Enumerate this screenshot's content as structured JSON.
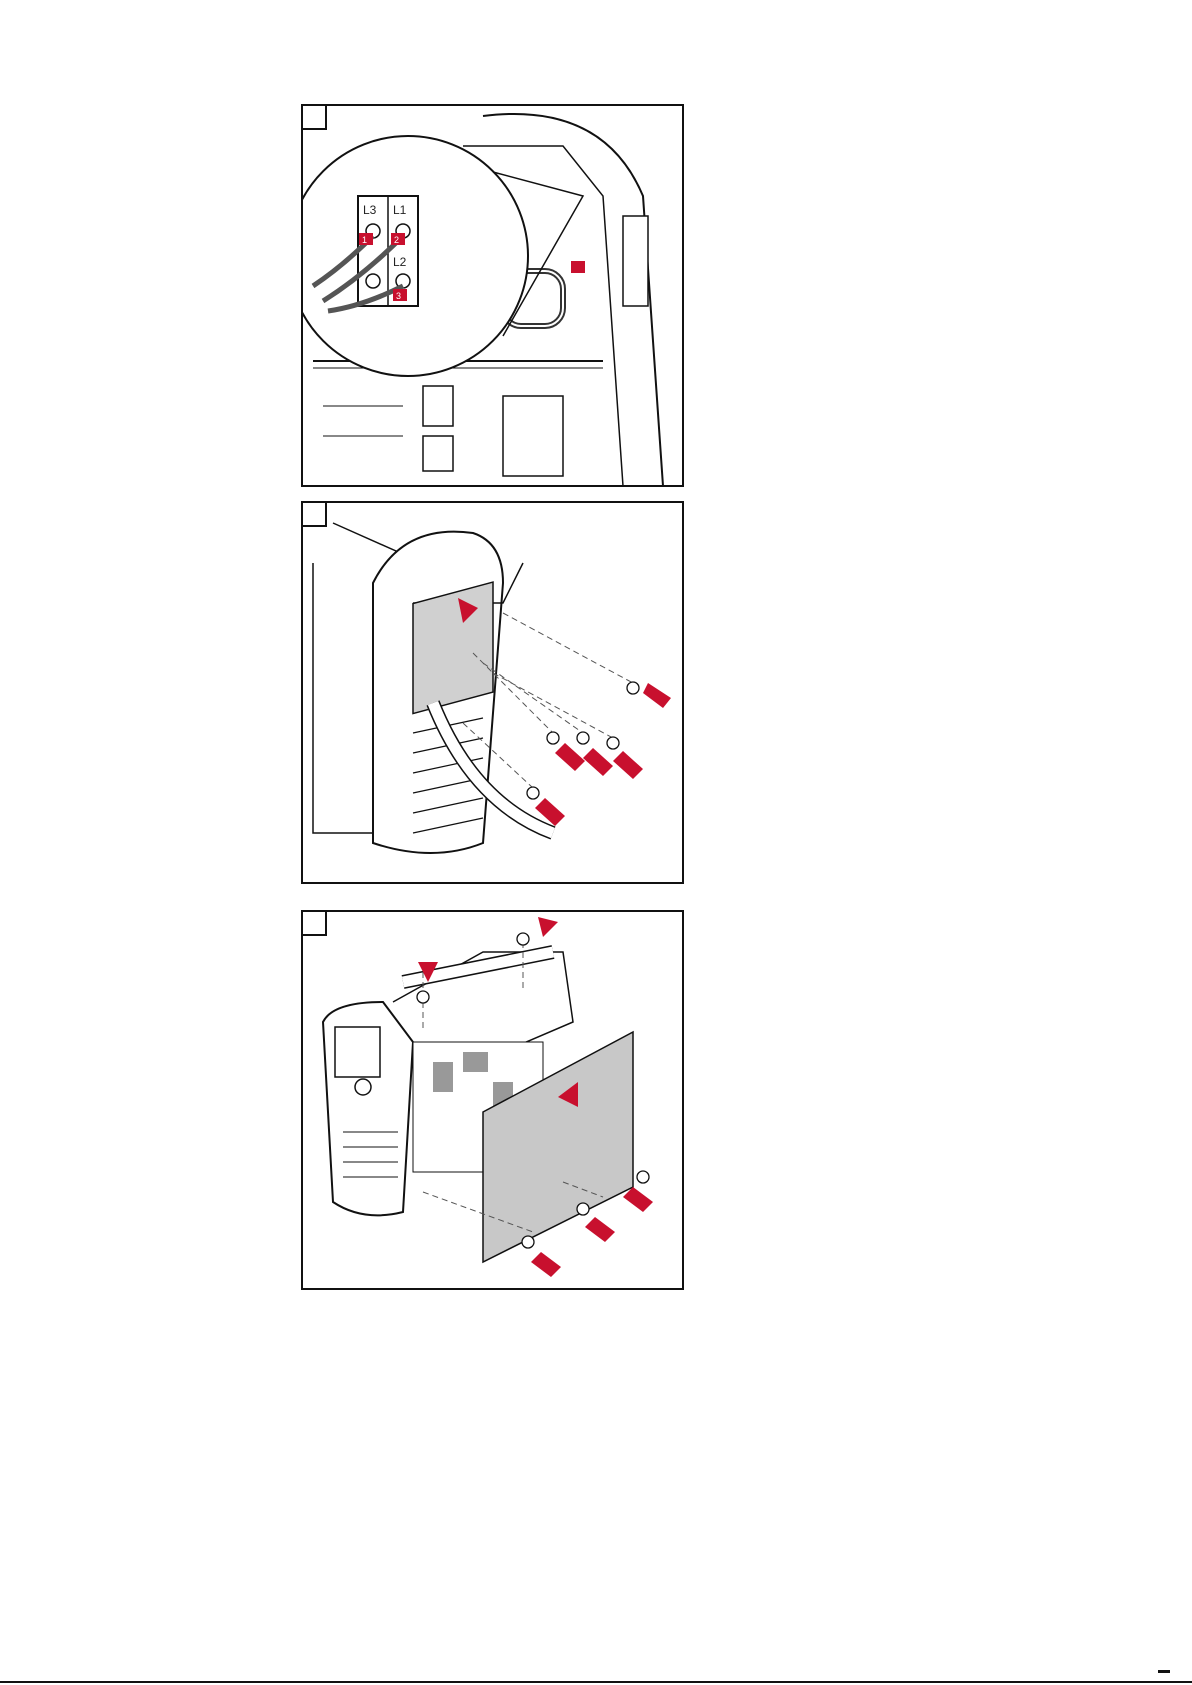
{
  "document": {
    "figures": [
      {
        "id": "fig-1",
        "terminal_labels": [
          "L3",
          "L1",
          "L2"
        ],
        "arrow_numbers": [
          "1",
          "2",
          "3"
        ]
      },
      {
        "id": "fig-2"
      },
      {
        "id": "fig-3"
      }
    ]
  },
  "colors": {
    "arrow": "#c8102e",
    "panel": "#c8c8c8",
    "line": "#111111"
  }
}
